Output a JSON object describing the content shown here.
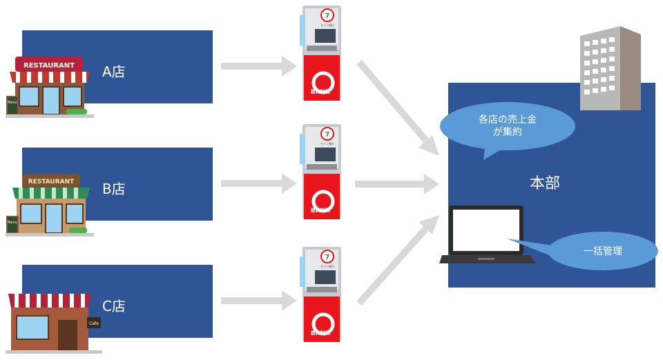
{
  "stores": [
    {
      "label": "A店",
      "sign": "RESTAURANT"
    },
    {
      "label": "B店",
      "sign": "RESTAURANT"
    },
    {
      "label": "C店",
      "sign": "Cafe"
    }
  ],
  "menu_board": "Menu",
  "atm": {
    "brand": "セブン銀行",
    "bank_text": "BANK",
    "logo_number": "7"
  },
  "hq": {
    "label": "本部",
    "bubble_sales": "各店の売上金\nが集約",
    "bubble_mgmt": "一括管理"
  },
  "colors": {
    "box": "#2f5597",
    "bubble": "#5b9bd5",
    "arrow": "#d9d9d9",
    "atm_red": "#e8161c"
  }
}
